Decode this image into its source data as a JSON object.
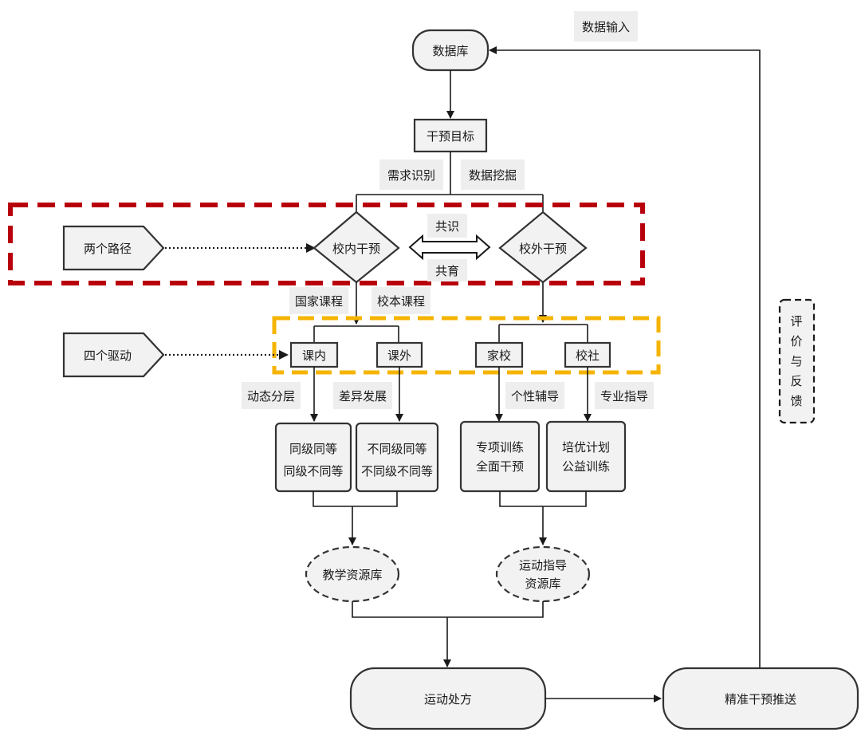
{
  "nodes": {
    "database": "数据库",
    "data_input": "数据输入",
    "intervention_goal": "干预目标",
    "need_identify": "需求识别",
    "data_mining": "数据挖掘",
    "two_paths": "两个路径",
    "in_school": "校内干预",
    "out_school": "校外干预",
    "consensus": "共识",
    "co_education": "共育",
    "national_course": "国家课程",
    "school_course": "校本课程",
    "four_drives": "四个驱动",
    "in_class": "课内",
    "after_class": "课外",
    "family_school": "家校",
    "school_community": "校社",
    "dynamic_layer": "动态分层",
    "diff_develop": "差异发展",
    "personal_tutor": "个性辅导",
    "pro_guide": "专业指导",
    "box1_l1": "同级同等",
    "box1_l2": "同级不同等",
    "box2_l1": "不同级同等",
    "box2_l2": "不同级不同等",
    "box3_l1": "专项训练",
    "box3_l2": "全面干预",
    "box4_l1": "培优计划",
    "box4_l2": "公益训练",
    "teach_lib": "教学资源库",
    "sport_lib_l1": "运动指导",
    "sport_lib_l2": "资源库",
    "prescription": "运动处方",
    "precise_push": "精准干预推送",
    "eval_feedback": [
      "评",
      "价",
      "与",
      "反",
      "馈"
    ]
  },
  "colors": {
    "red_dash": "#b8000d",
    "yellow_dash": "#f5b400",
    "node_fill": "#f2f2f2",
    "label_bg": "#eeeeee",
    "stroke": "#333333"
  }
}
